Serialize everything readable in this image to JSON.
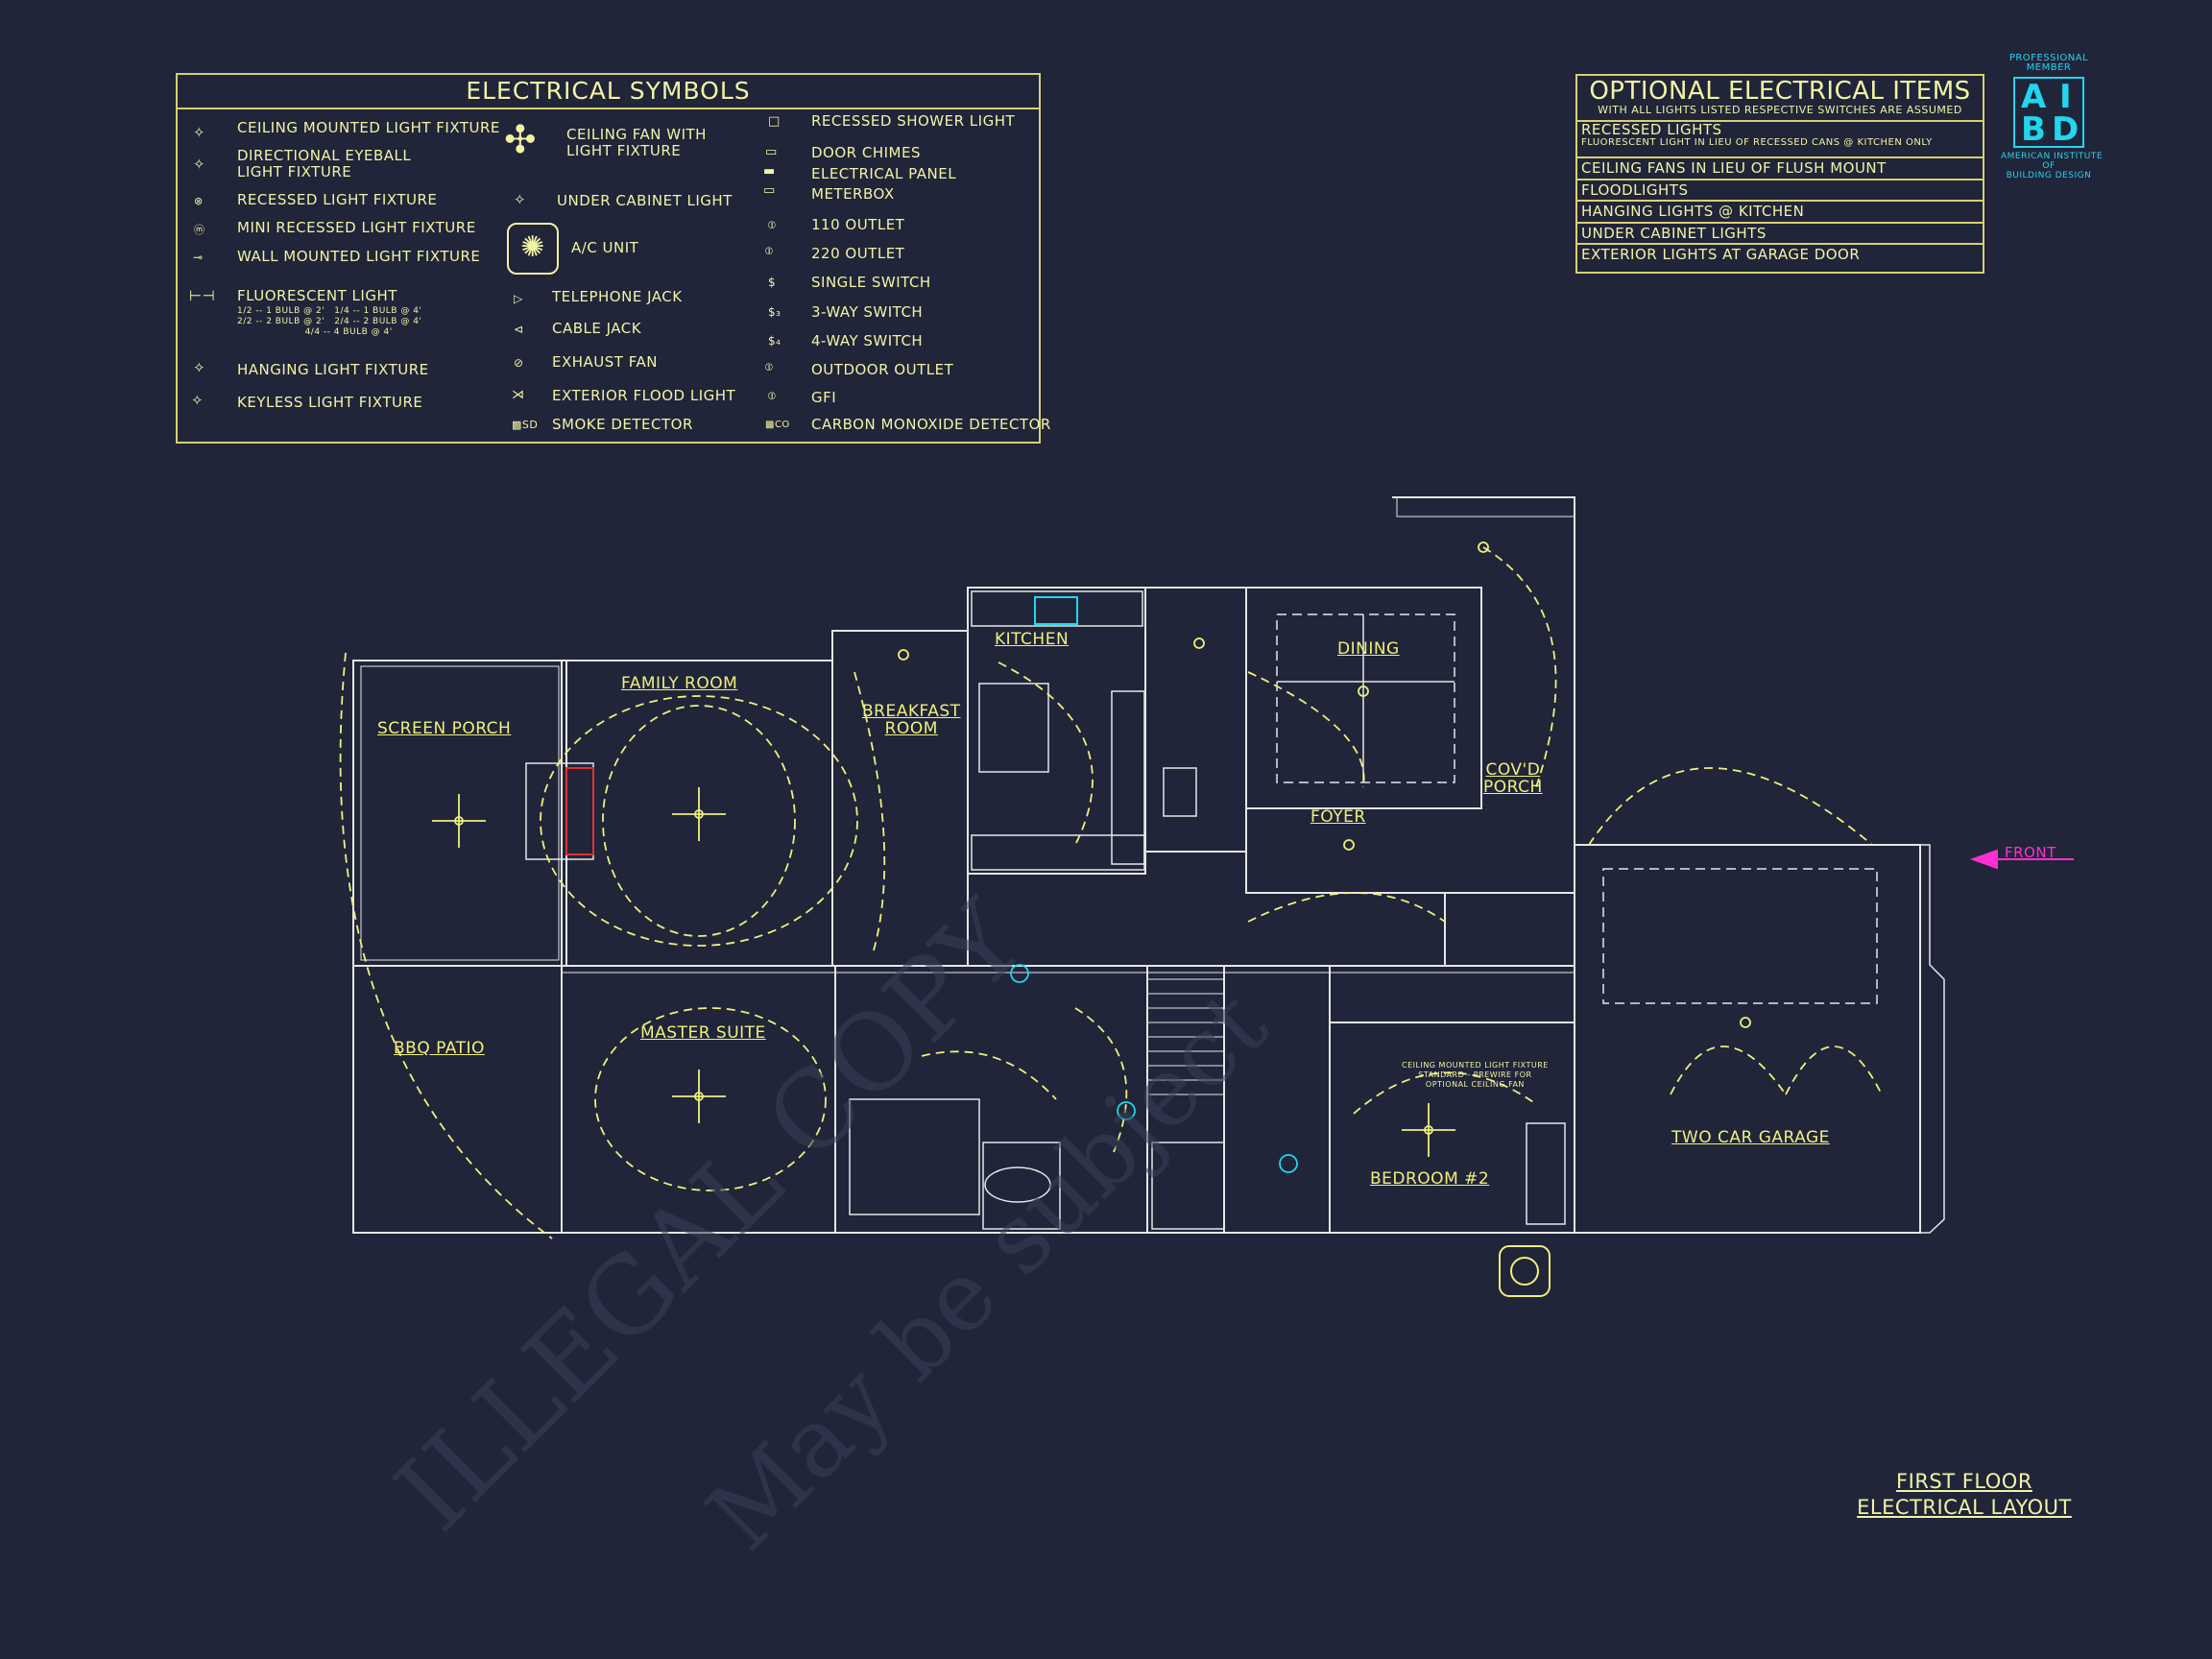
{
  "legend": {
    "title": "ELECTRICAL SYMBOLS",
    "column1": [
      {
        "label": "CEILING MOUNTED LIGHT FIXTURE",
        "icon": "ceiling-light-icon"
      },
      {
        "label": "DIRECTIONAL EYEBALL\nLIGHT FIXTURE",
        "icon": "eyeball-light-icon"
      },
      {
        "label": "RECESSED LIGHT FIXTURE",
        "icon": "recessed-light-icon"
      },
      {
        "label": "MINI RECESSED LIGHT FIXTURE",
        "icon": "mini-recessed-light-icon"
      },
      {
        "label": "WALL MOUNTED LIGHT FIXTURE",
        "icon": "wall-light-icon"
      },
      {
        "label": "FLUORESCENT LIGHT",
        "icon": "fluorescent-light-icon"
      },
      {
        "label": "HANGING LIGHT FIXTURE",
        "icon": "hanging-light-icon"
      },
      {
        "label": "KEYLESS LIGHT FIXTURE",
        "icon": "keyless-light-icon"
      }
    ],
    "fluorescent_notes": "1/2 -- 1 BULB @ 2'   1/4 -- 1 BULB @ 4'\n2/2 -- 2 BULB @ 2'   2/4 -- 2 BULB @ 4'\n                     4/4 -- 4 BULB @ 4'",
    "column2": [
      {
        "label": "CEILING FAN WITH\nLIGHT FIXTURE",
        "icon": "ceiling-fan-icon"
      },
      {
        "label": "UNDER CABINET LIGHT",
        "icon": "under-cabinet-light-icon"
      },
      {
        "label": "A/C UNIT",
        "icon": "ac-unit-icon"
      },
      {
        "label": "TELEPHONE JACK",
        "icon": "telephone-jack-icon"
      },
      {
        "label": "CABLE JACK",
        "icon": "cable-jack-icon"
      },
      {
        "label": "EXHAUST FAN",
        "icon": "exhaust-fan-icon"
      },
      {
        "label": "EXTERIOR FLOOD LIGHT",
        "icon": "flood-light-icon"
      },
      {
        "label": "SMOKE DETECTOR",
        "icon": "smoke-detector-icon"
      }
    ],
    "column3": [
      {
        "label": "RECESSED SHOWER LIGHT",
        "icon": "shower-light-icon"
      },
      {
        "label": "DOOR CHIMES",
        "icon": "door-chime-icon"
      },
      {
        "label": "ELECTRICAL PANEL",
        "icon": "electrical-panel-icon"
      },
      {
        "label": "METERBOX",
        "icon": "meterbox-icon"
      },
      {
        "label": "110 OUTLET",
        "icon": "outlet-110-icon"
      },
      {
        "label": "220 OUTLET",
        "icon": "outlet-220-icon"
      },
      {
        "label": "SINGLE SWITCH",
        "icon": "single-switch-icon"
      },
      {
        "label": "3-WAY SWITCH",
        "icon": "three-way-switch-icon"
      },
      {
        "label": "4-WAY SWITCH",
        "icon": "four-way-switch-icon"
      },
      {
        "label": "OUTDOOR OUTLET",
        "icon": "outdoor-outlet-icon"
      },
      {
        "label": "GFI",
        "icon": "gfi-icon"
      },
      {
        "label": "CARBON MONOXIDE DETECTOR",
        "icon": "co-detector-icon"
      }
    ]
  },
  "optional": {
    "title": "OPTIONAL ELECTRICAL ITEMS",
    "subtitle": "WITH ALL LIGHTS LISTED RESPECTIVE SWITCHES ARE ASSUMED",
    "recessed": "RECESSED LIGHTS",
    "recessed_note": "FLUORESCENT LIGHT IN LIEU OF RECESSED CANS @ KITCHEN ONLY",
    "rows": [
      "CEILING FANS IN LIEU OF FLUSH MOUNT",
      "FLOODLIGHTS",
      "HANGING LIGHTS @ KITCHEN",
      "UNDER CABINET LIGHTS",
      "EXTERIOR LIGHTS AT GARAGE DOOR"
    ]
  },
  "logo": {
    "top": "PROFESSIONAL\nMEMBER",
    "letters": [
      "A",
      "I",
      "B",
      "D"
    ],
    "bottom": "AMERICAN INSTITUTE\nOF\nBUILDING DESIGN"
  },
  "rooms": {
    "screen_porch": "SCREEN PORCH",
    "family_room": "FAMILY ROOM",
    "breakfast": "BREAKFAST\nROOM",
    "kitchen": "KITCHEN",
    "dining": "DINING",
    "covd_porch": "COV'D\nPORCH",
    "foyer": "FOYER",
    "bbq_patio": "BBQ PATIO",
    "master_suite": "MASTER SUITE",
    "bedroom2": "BEDROOM #2",
    "two_car_garage": "TWO CAR GARAGE"
  },
  "notes": {
    "bedroom_fan": "CEILING MOUNTED LIGHT FIXTURE\nSTANDARD - PREWIRE FOR\nOPTIONAL CEILING FAN",
    "front": "FRONT"
  },
  "sheet_title": {
    "line1": "FIRST FLOOR",
    "line2": "ELECTRICAL LAYOUT"
  },
  "colors": {
    "background": "#20253a",
    "linework": "#e6e6e6",
    "annotation": "#f0f07a",
    "accent_cyan": "#21d6ee",
    "accent_magenta": "#ff2fd1",
    "accent_red": "#e03030"
  }
}
